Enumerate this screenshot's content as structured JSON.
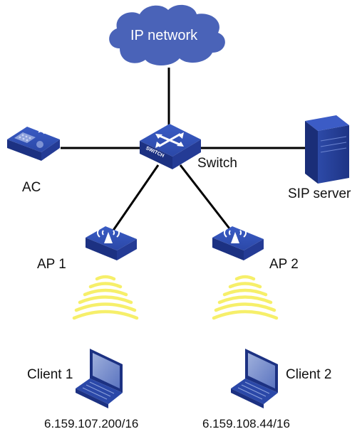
{
  "network": {
    "label": "IP network"
  },
  "switch": {
    "label": "Switch",
    "badge": "SWITCH"
  },
  "ac": {
    "label": "AC"
  },
  "sip_server": {
    "label": "SIP server"
  },
  "aps": [
    {
      "label": "AP 1"
    },
    {
      "label": "AP 2"
    }
  ],
  "clients": [
    {
      "label": "Client 1",
      "ip": "6.159.107.200/16"
    },
    {
      "label": "Client 2",
      "ip": "6.159.108.44/16"
    }
  ],
  "colors": {
    "device_blue": "#2b48a8",
    "cloud": "#4a63b8",
    "wifi": "#f6ef6a",
    "line": "#000000"
  },
  "icons": [
    "cloud-icon",
    "switch-icon",
    "ac-controller-icon",
    "server-icon",
    "access-point-icon",
    "wifi-signal-icon",
    "laptop-icon"
  ]
}
